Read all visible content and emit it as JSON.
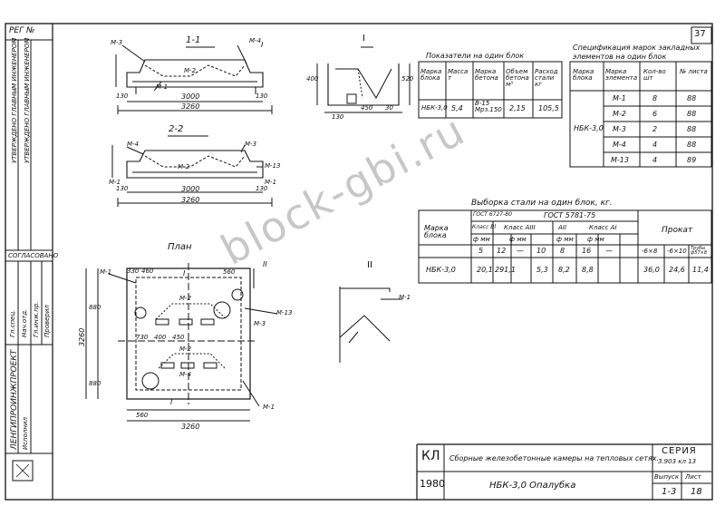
{
  "page_number": "37",
  "reg_label": "РЕГ №",
  "sidebar": {
    "stamp_text": "УТВЕРЖДЕНО ГЛАВНЫМ ИНЖЕНЕРОМ",
    "agreed_label": "СОГЛАСОВАНО",
    "org_text": "ЛЕНГИПРОИНЖПРОЕКТ",
    "names": [
      "Гл.спец.",
      "Нач.отд.",
      "Гл.инж.пр.",
      "Проверил",
      "Исполнил"
    ]
  },
  "section_1_1": {
    "title": "1-1",
    "marks": [
      "M-3",
      "M-4",
      "I",
      "M-2",
      "M-1"
    ],
    "dims": [
      "3000",
      "3260",
      "130",
      "130"
    ]
  },
  "section_2_2": {
    "title": "2-2",
    "marks": [
      "M-4",
      "M-3",
      "M-2",
      "M-13",
      "M-1",
      "M-1"
    ],
    "dims": [
      "3000",
      "3260",
      "130",
      "130"
    ]
  },
  "detail_I": {
    "title": "I",
    "dims": [
      "520",
      "400",
      "130",
      "450",
      "30"
    ]
  },
  "plan": {
    "title": "План",
    "marks": [
      "M-1",
      "M-2",
      "M-2",
      "M-3",
      "M-4",
      "M-13",
      "M-1",
      "II",
      "I",
      "I"
    ],
    "dims": [
      "3260",
      "3260",
      "560",
      "560",
      "880",
      "880",
      "330",
      "460",
      "730",
      "400",
      "450"
    ]
  },
  "detail_II": {
    "title": "II",
    "marks": [
      "M-1"
    ]
  },
  "table_block": {
    "title": "Показатели на один блок",
    "headers": [
      "Марка блока",
      "Масса т",
      "Марка бетона",
      "Объем бетона м³",
      "Расход стали кг"
    ],
    "row": [
      "НБК-3,0",
      "5,4",
      "В-15 Мрз.150",
      "2,15",
      "105,5"
    ]
  },
  "table_spec": {
    "title": "Спецификация марок закладных элементов на один блок",
    "headers": [
      "Марка блока",
      "Марка элемента",
      "Кол-во шт",
      "№ листа"
    ],
    "block": "НБК-3,0",
    "rows": [
      [
        "M-1",
        "8",
        "88"
      ],
      [
        "M-2",
        "6",
        "88"
      ],
      [
        "M-3",
        "2",
        "88"
      ],
      [
        "M-4",
        "4",
        "88"
      ],
      [
        "M-13",
        "4",
        "89"
      ]
    ]
  },
  "table_steel": {
    "title": "Выборка стали на один блок, кг.",
    "h_brand": "Марка блока",
    "h_gost1": "ГОСТ 6727-80",
    "h_gost2": "ГОСТ 5781-75",
    "h_class_bi": "Класс Bl",
    "h_class_aiii": "Класс AIII",
    "h_class_aii": "AII",
    "h_class_ai": "Класс AI",
    "h_prokat": "Прокат",
    "h_dmm": "ф мм",
    "diam": [
      "5",
      "12",
      "—",
      "10",
      "8",
      "16",
      "—"
    ],
    "prokat_heads": [
      "-6×8",
      "-6×10",
      "Трубы ф57×8"
    ],
    "row_brand": "НБК-3,0",
    "row": [
      "20,1",
      "291,1",
      "",
      "5,3",
      "8,2",
      "8,8",
      "",
      "36,0",
      "24,6",
      "11,4"
    ]
  },
  "title_block": {
    "series_label": "СЕРИЯ",
    "series_value": "3.903 кл 13",
    "code": "КЛ",
    "year": "1980",
    "description": "Сборные железобетонные камеры на тепловых сетях.",
    "sheet_title": "НБК-3,0 Опалубка",
    "issue_label": "Выпуск",
    "issue_value": "1-3",
    "sheet_label": "Лист",
    "sheet_value": "18"
  },
  "watermark": "block-gbi.ru"
}
